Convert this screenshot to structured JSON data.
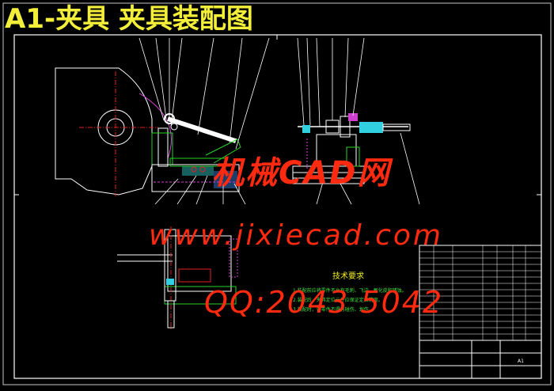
{
  "title": "A1-夹具  夹具装配图",
  "watermark": {
    "site_name": "机械CAD网",
    "url": "www.jixiecad.com",
    "qq": "QQ:2043 5042"
  },
  "tech_requirements": {
    "heading": "技术要求",
    "lines": [
      "1.装配前应将零件不允有毛刺、飞边、氧化皮和锈蚀。",
      "2.装配后，夹具定位元件应保证定位精度。",
      "3.装配时，各零件不得有碰伤、划伤。"
    ]
  },
  "title_block": {
    "code": "A1"
  },
  "colors": {
    "background": "#000000",
    "frame": "#ffffff",
    "title": "#f2ee3a",
    "watermark": "#ff2a10",
    "green": "#28d228",
    "magenta": "#d040d0",
    "cyan": "#30d0e0",
    "red": "#e02020",
    "yellow": "#f0f020"
  }
}
